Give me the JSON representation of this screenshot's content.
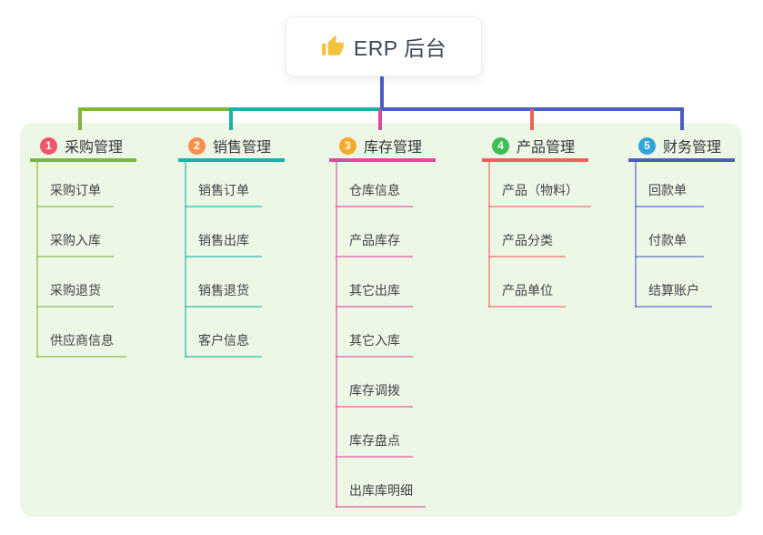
{
  "root": {
    "label": "ERP 后台",
    "icon": "thumbs-up-icon",
    "icon_color": "#f2c43d"
  },
  "branches": [
    {
      "index": "1",
      "title": "采购管理",
      "color": "#7eb73d",
      "badge_color": "#f1556a",
      "children": [
        "采购订单",
        "采购入库",
        "采购退货",
        "供应商信息"
      ]
    },
    {
      "index": "2",
      "title": "销售管理",
      "color": "#18b2a8",
      "badge_color": "#f6904d",
      "children": [
        "销售订单",
        "销售出库",
        "销售退货",
        "客户信息"
      ]
    },
    {
      "index": "3",
      "title": "库存管理",
      "color": "#e0479f",
      "badge_color": "#f7a928",
      "children": [
        "仓库信息",
        "产品库存",
        "其它出库",
        "其它入库",
        "库存调拨",
        "库存盘点",
        "出库库明细"
      ]
    },
    {
      "index": "4",
      "title": "产品管理",
      "color": "#ef5f5b",
      "badge_color": "#3fbd57",
      "children": [
        "产品（物料）",
        "产品分类",
        "产品单位"
      ]
    },
    {
      "index": "5",
      "title": "财务管理",
      "color": "#4a5fc4",
      "badge_color": "#33a4dc",
      "children": [
        "回款单",
        "付款单",
        "结算账户"
      ]
    }
  ],
  "colors": {
    "panel_bg": "#ecf7e5",
    "root_text": "#3d4655",
    "branch_title_text": "#33383e",
    "child_text": "#3f444a"
  }
}
